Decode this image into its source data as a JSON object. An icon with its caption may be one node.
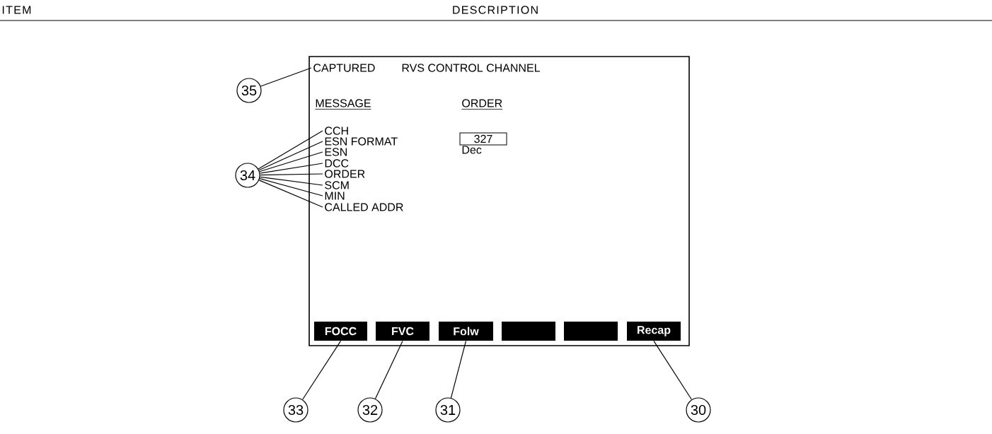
{
  "diagram": {
    "nodes": [
      {
        "text": [],
        "shape": "box"
      },
      {
        "text": [
          "CAPTURED"
        ],
        "in": 0
      },
      {
        "text": [
          "327"
        ],
        "in": 0
      },
      {
        "text": [
          "CCH"
        ],
        "in": 0
      },
      {
        "text": [
          "ESN FORMAT"
        ],
        "in": 0
      },
      {
        "text": [
          "ESN"
        ],
        "in": 0
      },
      {
        "text": [
          "DCC"
        ],
        "in": 0
      },
      {
        "text": [
          "ORDER"
        ],
        "in": 0
      },
      {
        "text": [
          "SCM"
        ],
        "in": 0
      },
      {
        "text": [
          "MIN"
        ],
        "in": 0
      },
      {
        "text": [
          "CALLED ADDR"
        ],
        "in": 0
      },
      {
        "text": [
          "FOCC"
        ],
        "in": 0
      },
      {
        "text": [
          "FVC"
        ],
        "in": 0
      },
      {
        "text": [
          "Folw"
        ],
        "in": 0
      },
      {
        "text": [],
        "shape": "box",
        "in": 0
      },
      {
        "text": [],
        "shape": "box",
        "in": 0
      },
      {
        "text": [
          "Recap"
        ],
        "in": 0
      },
      {
        "text": [
          "35"
        ]
      },
      {
        "text": [
          "34"
        ]
      },
      {
        "text": [
          "33"
        ]
      },
      {
        "text": [
          "32"
        ]
      },
      {
        "text": [
          "31"
        ]
      },
      {
        "text": [
          "30"
        ]
      }
    ],
    "edges": [
      {
        "from": 17,
        "to": 1,
        "arrow": "none"
      },
      {
        "from": 18,
        "to": 3,
        "arrow": "none"
      },
      {
        "from": 18,
        "to": 4,
        "arrow": "none"
      },
      {
        "from": 18,
        "to": 5,
        "arrow": "none"
      },
      {
        "from": 18,
        "to": 6,
        "arrow": "none"
      },
      {
        "from": 18,
        "to": 7,
        "arrow": "none"
      },
      {
        "from": 18,
        "to": 8,
        "arrow": "none"
      },
      {
        "from": 18,
        "to": 9,
        "arrow": "none"
      },
      {
        "from": 18,
        "to": 10,
        "arrow": "none"
      },
      {
        "from": 19,
        "to": 11,
        "arrow": "none"
      },
      {
        "from": 20,
        "to": 12,
        "arrow": "none"
      },
      {
        "from": 21,
        "to": 13,
        "arrow": "none"
      },
      {
        "from": 22,
        "to": 16,
        "arrow": "none"
      }
    ],
    "labels": [
      "ITEM",
      "DESCRIPTION",
      "RVS CONTROL CHANNEL",
      "MESSAGE",
      "ORDER",
      "Dec"
    ]
  }
}
